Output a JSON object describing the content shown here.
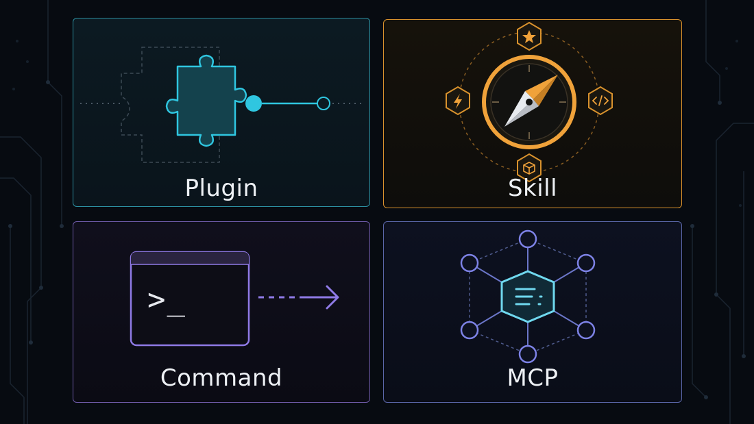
{
  "cards": {
    "plugin": {
      "title": "Plugin",
      "icon": "puzzle-piece-icon",
      "accent": "#2fc6e0"
    },
    "skill": {
      "title": "Skill",
      "icon": "compass-icon",
      "accent": "#f0a23a"
    },
    "command": {
      "title": "Command",
      "icon": "terminal-prompt-icon",
      "accent": "#8f7ae6",
      "prompt": ">_"
    },
    "mcp": {
      "title": "MCP",
      "icon": "hexagon-network-icon",
      "accent": "#6fd8ee"
    }
  },
  "colors": {
    "background": "#070b11",
    "plugin_border": "#2c8fa0",
    "skill_border": "#d9922d",
    "command_border": "#6e5aa8",
    "mcp_border": "#5a66a8"
  }
}
